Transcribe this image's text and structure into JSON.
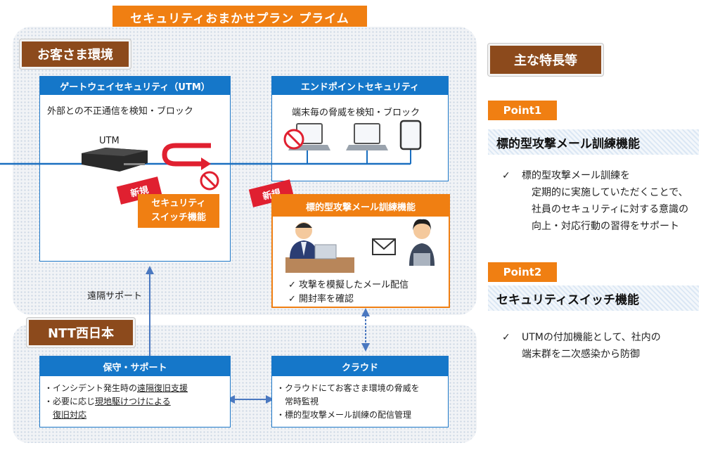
{
  "plan_title": "セキュリティおまかせプラン プライム",
  "customer_env_label": "お客さま環境",
  "ntt_label": "NTT西日本",
  "gateway": {
    "header": "ゲートウェイセキュリティ（UTM）",
    "desc": "外部との不正通信を検知・ブロック",
    "utm_label": "UTM"
  },
  "endpoint": {
    "header": "エンドポイントセキュリティ",
    "desc": "端末毎の脅威を検知・ブロック"
  },
  "new_badge": "新規",
  "switch_label_1": "セキュリティ",
  "switch_label_2": "スイッチ機能",
  "training": {
    "header": "標的型攻撃メール訓練機能",
    "item1": "攻撃を模擬したメール配信",
    "item2": "開封率を確認"
  },
  "remote_support": "遠隔サポート",
  "maintenance": {
    "header": "保守・サポート",
    "item1_pre": "インシデント発生時の",
    "item1_link": "遠隔復旧支援",
    "item2_pre": "必要に応じ",
    "item2_link": "現地駆けつけによる",
    "item3_link": "復旧対応"
  },
  "cloud": {
    "header": "クラウド",
    "item1a": "クラウドにてお客さま環境の脅威を",
    "item1b": "常時監視",
    "item2": "標的型攻撃メール訓練の配信管理"
  },
  "features_label": "主な特長等",
  "point1": {
    "tag": "Point1",
    "title": "標的型攻撃メール訓練機能",
    "line1": "標的型攻撃メール訓練を",
    "line2": "定期的に実施していただくことで、",
    "line3": "社員のセキュリティに対する意識の",
    "line4": "向上・対応行動の習得をサポート"
  },
  "point2": {
    "tag": "Point2",
    "title": "セキュリティスイッチ機能",
    "line1": "UTMの付加機能として、社内の",
    "line2": "端末群を二次感染から防御"
  },
  "check_mark": "✓",
  "bullet_mark": "・",
  "colors": {
    "orange": "#f07f12",
    "brown": "#8c4a1c",
    "blue": "#1577c9",
    "red": "#e02030"
  }
}
